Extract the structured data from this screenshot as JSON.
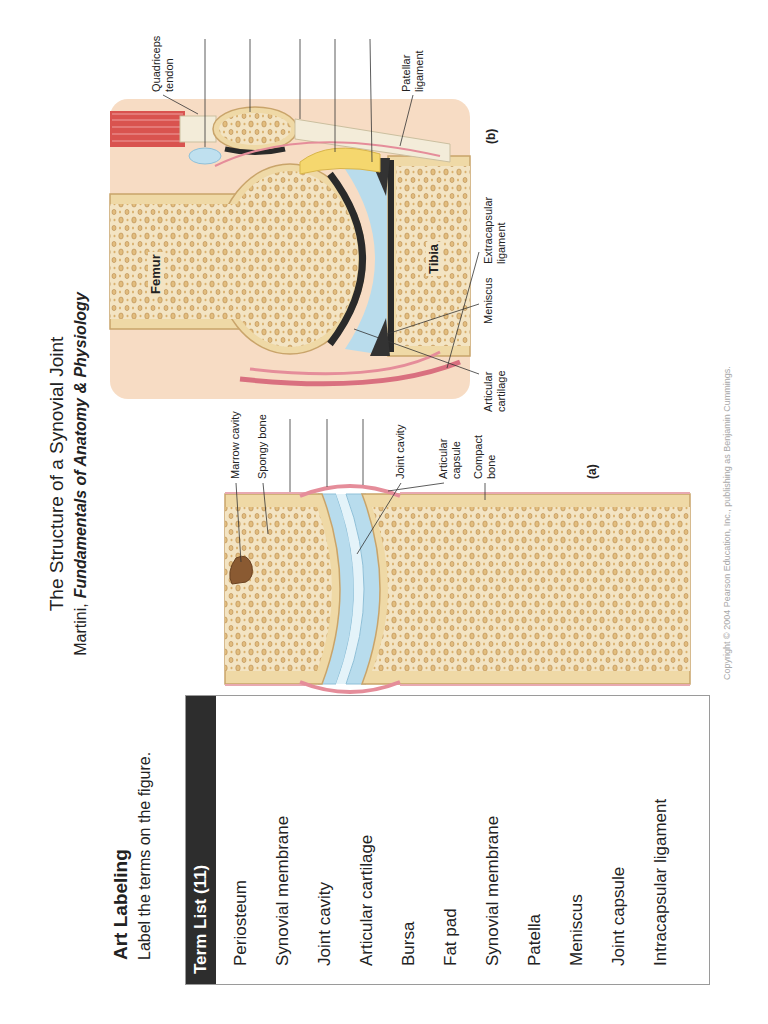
{
  "diagram": {
    "title": "The Structure of a Synovial Joint",
    "nodes": [
      {
        "text": [
          "Periosteum",
          "Synovial membrane",
          "Joint cavity",
          "Articular cartilage",
          "Bursa",
          "Fat pad",
          "Synovial membrane",
          "Patella",
          "Meniscus",
          "Joint capsule",
          "Intracapsular ligament"
        ]
      },
      {
        "text": [
          "Term List (11)"
        ],
        "in": 0
      }
    ],
    "labels": [
      "Art Labeling",
      "Label the terms on the figure.",
      "Martini,",
      "Fundamentals of Anatomy & Physiology",
      "Marrow cavity",
      "Spongy bone",
      "Joint cavity",
      "Articular capsule",
      "Compact bone",
      "(a)",
      "Quadriceps tendon",
      "Patellar ligament",
      "Articular cartilage",
      "Meniscus",
      "Femur",
      "Extracapsular ligament",
      "Tibia",
      "(b)",
      "Copyright © 2004 Pearson Education, Inc., publishing as Benjamin Cummings."
    ]
  }
}
